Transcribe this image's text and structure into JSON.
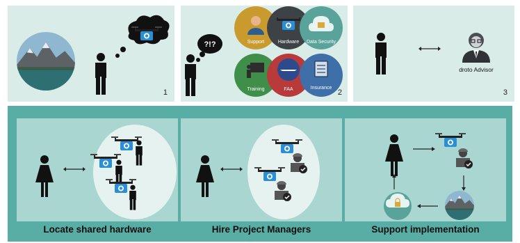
{
  "top_panels": [
    {
      "number": "1"
    },
    {
      "number": "2",
      "thought_text": "?!?",
      "bubbles": [
        {
          "label": "Support",
          "color": "#c99a2e"
        },
        {
          "label": "Hardware",
          "color": "#3d4246"
        },
        {
          "label": "Data Security",
          "color": "#5aa39a"
        },
        {
          "label": "Training",
          "color": "#3f8f4a"
        },
        {
          "label": "FAA",
          "color": "#b83a3a"
        },
        {
          "label": "Insurance",
          "color": "#3f6fa8"
        }
      ]
    },
    {
      "number": "3",
      "advisor_label": "droto Advisor"
    }
  ],
  "bottom_panels": [
    {
      "caption": "Locate shared hardware"
    },
    {
      "caption": "Hire Project Managers"
    },
    {
      "caption": "Support implementation"
    }
  ],
  "colors": {
    "panel_bg": "#d9ece8",
    "band_bg": "#58ada4",
    "subpanel_bg": "#a9d6d0",
    "drone_blue": "#2a8fd6"
  }
}
